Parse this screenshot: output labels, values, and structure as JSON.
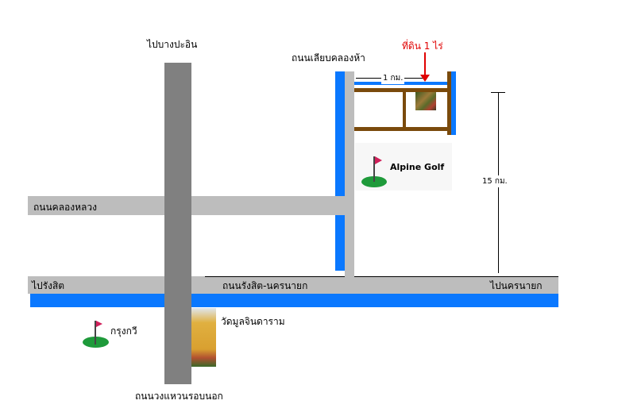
{
  "labels": {
    "to_bang_pa_in": "ไปบางปะอิน",
    "khlong_ha_road": "ถนนเลียบคลองห้า",
    "land": "ที่ดิน 1 ไร่",
    "one_km": "1 กม.",
    "fifteen_km": "15 กม.",
    "alpine_golf": "Alpine Golf",
    "khlong_luang_road": "ถนนคลองหลวง",
    "to_rangsit": "ไปรังสิต",
    "rangsit_nakhon_nayok_road": "ถนนรังสิต-นครนายก",
    "to_nakhon_nayok": "ไปนครนายก",
    "krungkavi": "กรุงกวี",
    "wat_mun_chindaram": "วัดมูลจินดาราม",
    "outer_ring_road": "ถนนวงแหวนรอบนอก"
  },
  "colors": {
    "canal": "#0a78ff",
    "road": "#bdbdbd",
    "ring_road": "#808080",
    "land_border": "#7a4a0c",
    "marker": "#e00000"
  }
}
